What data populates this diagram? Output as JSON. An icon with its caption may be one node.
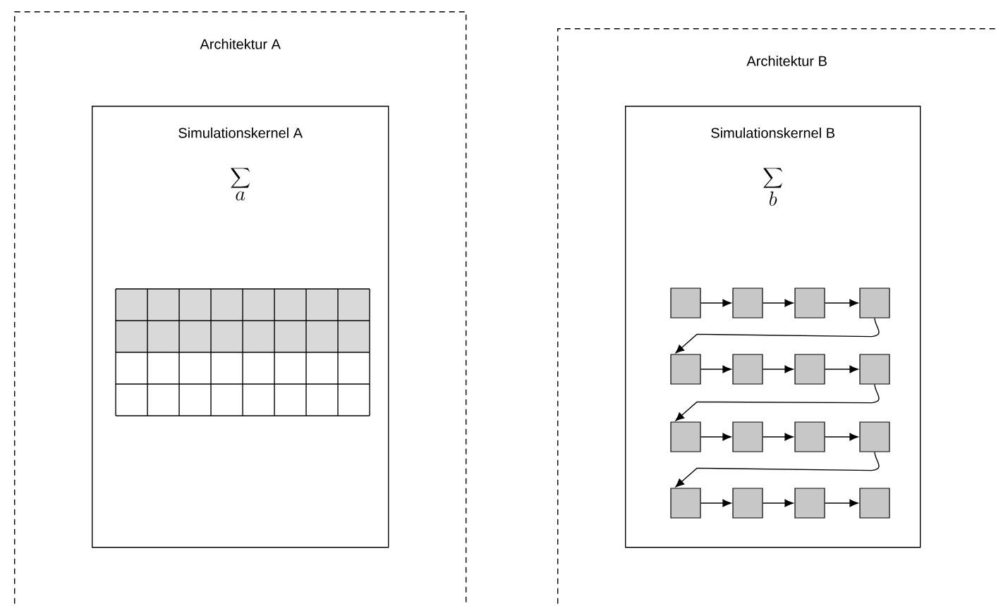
{
  "diagram": {
    "nodes": [
      {
        "text": [
          "Architektur A"
        ]
      },
      {
        "text": [
          "Simulationskernel A",
          "\\sum_{a}"
        ],
        "in": 0
      },
      {
        "text": [
          "Architektur B"
        ]
      },
      {
        "text": [
          "Simulationskernel B",
          "\\sum_{b}"
        ],
        "in": 2
      },
      {
        "text": [],
        "shape": "box",
        "in": 3
      },
      {
        "text": [],
        "shape": "box",
        "in": 3
      },
      {
        "text": [],
        "shape": "box",
        "in": 3
      },
      {
        "text": [],
        "shape": "box",
        "in": 3
      },
      {
        "text": [],
        "shape": "box",
        "in": 3
      },
      {
        "text": [],
        "shape": "box",
        "in": 3
      },
      {
        "text": [],
        "shape": "box",
        "in": 3
      },
      {
        "text": [],
        "shape": "box",
        "in": 3
      },
      {
        "text": [],
        "shape": "box",
        "in": 3
      },
      {
        "text": [],
        "shape": "box",
        "in": 3
      },
      {
        "text": [],
        "shape": "box",
        "in": 3
      },
      {
        "text": [],
        "shape": "box",
        "in": 3
      },
      {
        "text": [],
        "shape": "box",
        "in": 3
      },
      {
        "text": [],
        "shape": "box",
        "in": 3
      },
      {
        "text": [],
        "shape": "box",
        "in": 3
      },
      {
        "text": [],
        "shape": "box",
        "in": 3
      }
    ],
    "edges": [
      {
        "from": 4,
        "to": 5,
        "arrow": "to"
      },
      {
        "from": 5,
        "to": 6,
        "arrow": "to"
      },
      {
        "from": 6,
        "to": 7,
        "arrow": "to"
      },
      {
        "from": 7,
        "to": 8,
        "arrow": "to"
      },
      {
        "from": 8,
        "to": 9,
        "arrow": "to"
      },
      {
        "from": 9,
        "to": 10,
        "arrow": "to"
      },
      {
        "from": 10,
        "to": 11,
        "arrow": "to"
      },
      {
        "from": 11,
        "to": 12,
        "arrow": "to"
      },
      {
        "from": 12,
        "to": 13,
        "arrow": "to"
      },
      {
        "from": 13,
        "to": 14,
        "arrow": "to"
      },
      {
        "from": 14,
        "to": 15,
        "arrow": "to"
      },
      {
        "from": 15,
        "to": 16,
        "arrow": "to"
      },
      {
        "from": 16,
        "to": 17,
        "arrow": "to"
      },
      {
        "from": 17,
        "to": 18,
        "arrow": "to"
      },
      {
        "from": 18,
        "to": 19,
        "arrow": "to"
      }
    ]
  }
}
